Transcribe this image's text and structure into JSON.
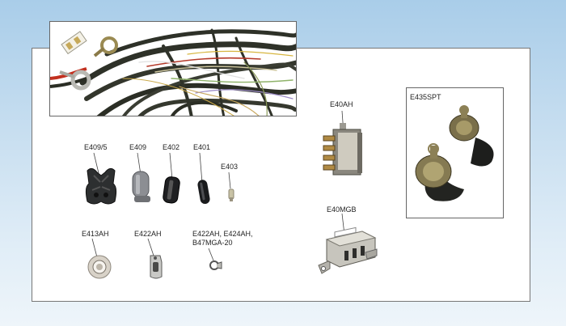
{
  "parts": {
    "e409_5": "E409/5",
    "e409": "E409",
    "e402": "E402",
    "e401": "E401",
    "e403": "E403",
    "e413ah": "E413AH",
    "e422ah": "E422AH",
    "e422ah_group": [
      "E422AH, E424AH,",
      "B47MGA-20"
    ],
    "e40ah": "E40AH",
    "e40mgb": "E40MGB",
    "e435spt": "E435SPT"
  },
  "colors": {
    "bg_top": "#a9cde9",
    "bg_bottom": "#eef5fa",
    "panel_border": "#777777",
    "wire_black": "#2e3128"
  }
}
